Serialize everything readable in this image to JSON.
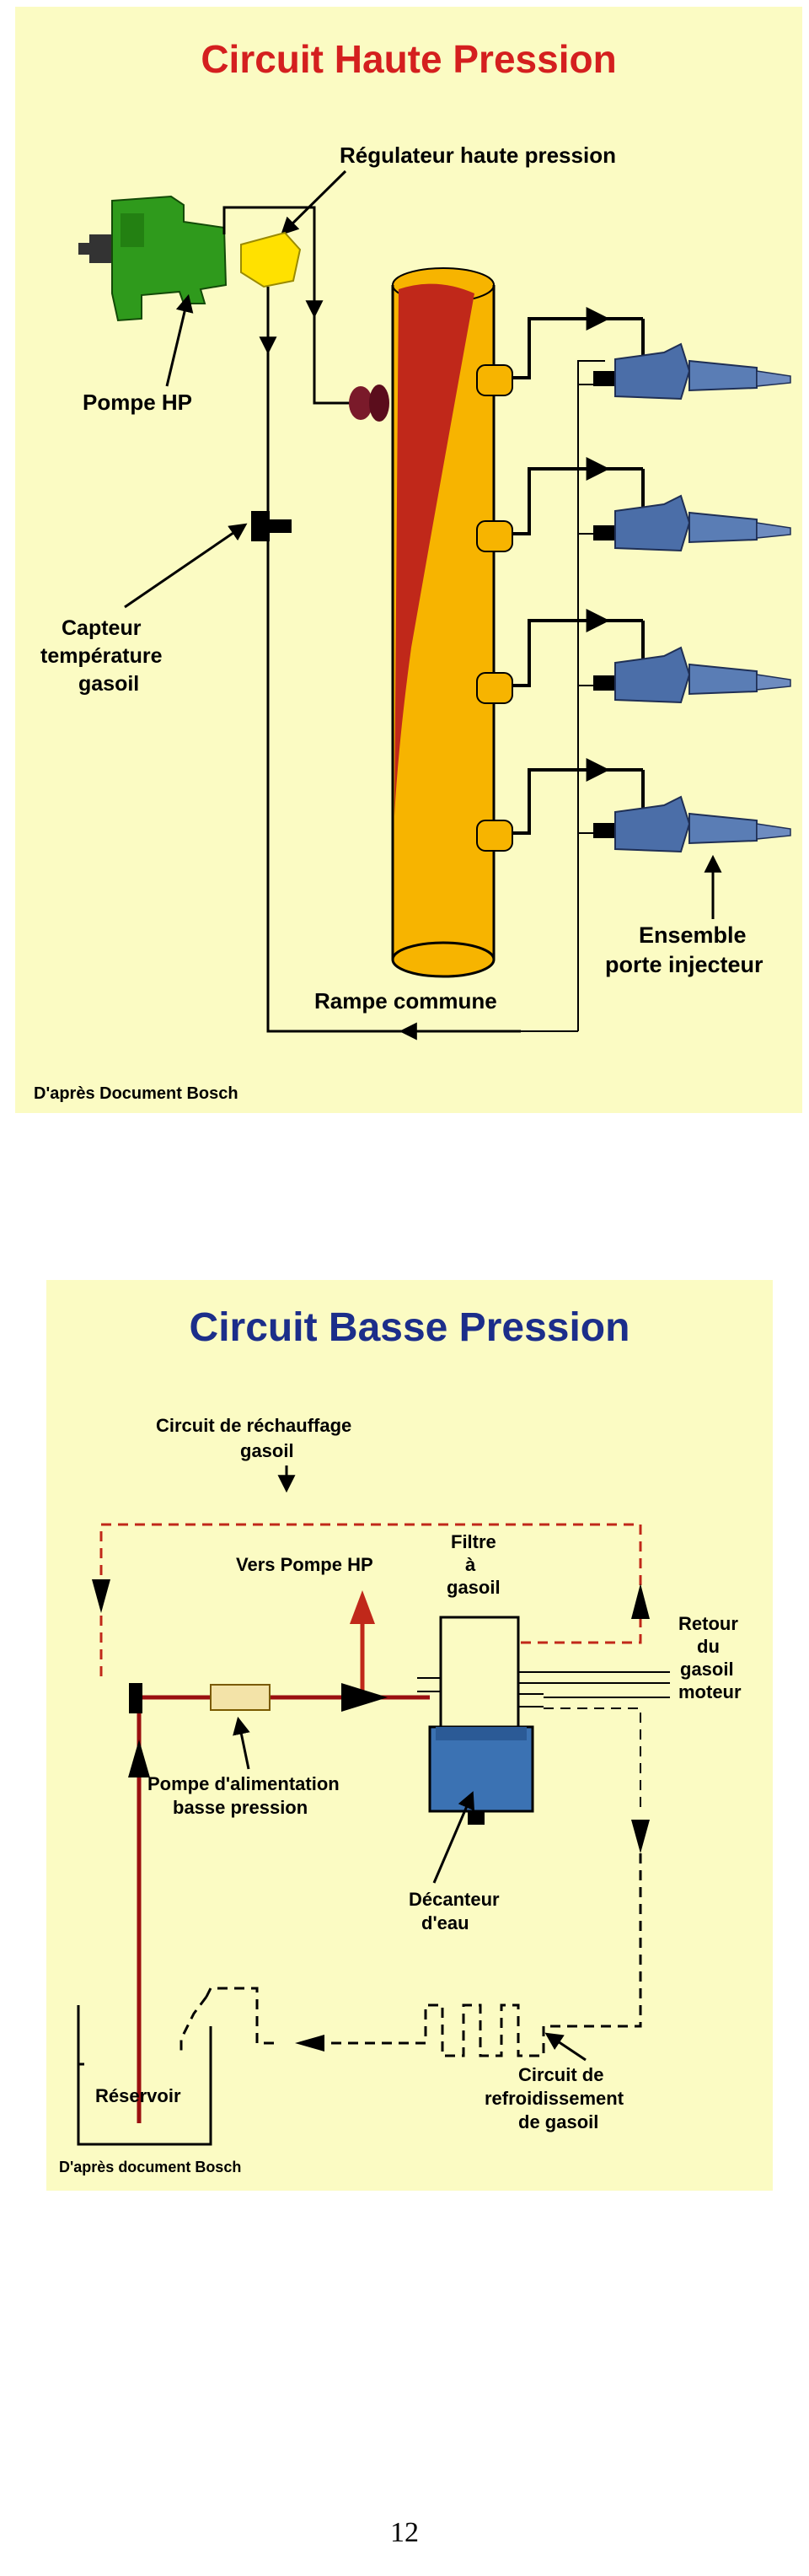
{
  "colors": {
    "panel_bg": "#fbfbc3",
    "title_red": "#d41f1f",
    "title_blue": "#1c2e8a",
    "pump_green": "#2f9a1c",
    "rail_orange": "#f7b400",
    "rail_red": "#c0281a",
    "injector_blue": "#4b6ea8",
    "regulator_yellow": "#ffe100",
    "line_dark_red": "#9a0f10",
    "water_blue": "#3b72b3"
  },
  "high_pressure": {
    "title": "Circuit Haute Pression",
    "labels": {
      "regulator": "Régulateur haute pression",
      "pump": "Pompe HP",
      "sensor_line1": "Capteur",
      "sensor_line2": "température",
      "sensor_line3": "gasoil",
      "injectors_line1": "Ensemble",
      "injectors_line2": "porte injecteur",
      "rail": "Rampe commune"
    },
    "source": "D'après Document Bosch"
  },
  "low_pressure": {
    "title": "Circuit Basse Pression",
    "labels": {
      "heating_line1": "Circuit de réchauffage",
      "heating_line2": "gasoil",
      "to_pump": "Vers Pompe HP",
      "filter_line1": "Filtre",
      "filter_line2": "à",
      "filter_line3": "gasoil",
      "return_line1": "Retour",
      "return_line2": "du",
      "return_line3": "gasoil",
      "return_line4": "moteur",
      "feed_pump_line1": "Pompe d'alimentation",
      "feed_pump_line2": "basse pression",
      "decanter_line1": "Décanteur",
      "decanter_line2": "d'eau",
      "tank": "Réservoir",
      "cooling_line1": "Circuit de",
      "cooling_line2": "refroidissement",
      "cooling_line3": "de gasoil"
    },
    "source": "D'après document Bosch"
  },
  "page_number": "12"
}
